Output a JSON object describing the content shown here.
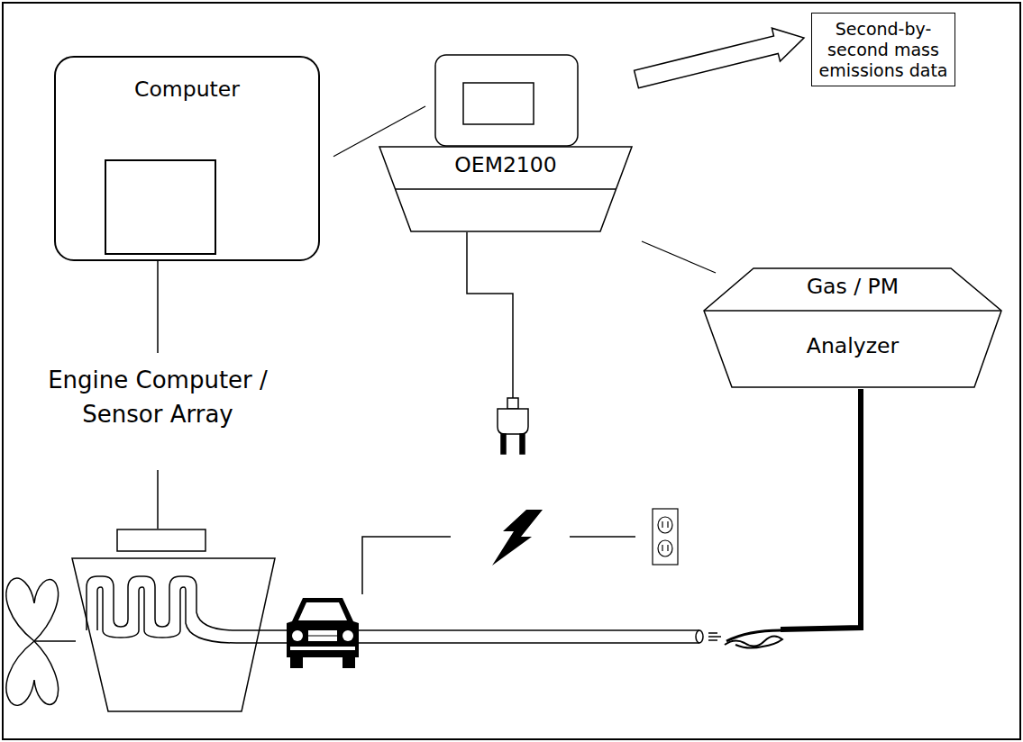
{
  "diagram": {
    "nodes": [
      {
        "text": [
          "Computer"
        ]
      },
      {
        "text": [
          "OEM2100"
        ]
      },
      {
        "text": [
          "Second-by- second mass emissions data"
        ]
      },
      {
        "text": [
          "Gas / PM",
          "Analyzer"
        ]
      }
    ],
    "edges": [
      {
        "from": 0,
        "to": 1,
        "arrow": "none"
      },
      {
        "from": 1,
        "to": 2,
        "arrow": "to"
      },
      {
        "from": 1,
        "to": 3,
        "arrow": "none"
      }
    ],
    "labels": [
      "Engine Computer / Sensor Array"
    ]
  }
}
